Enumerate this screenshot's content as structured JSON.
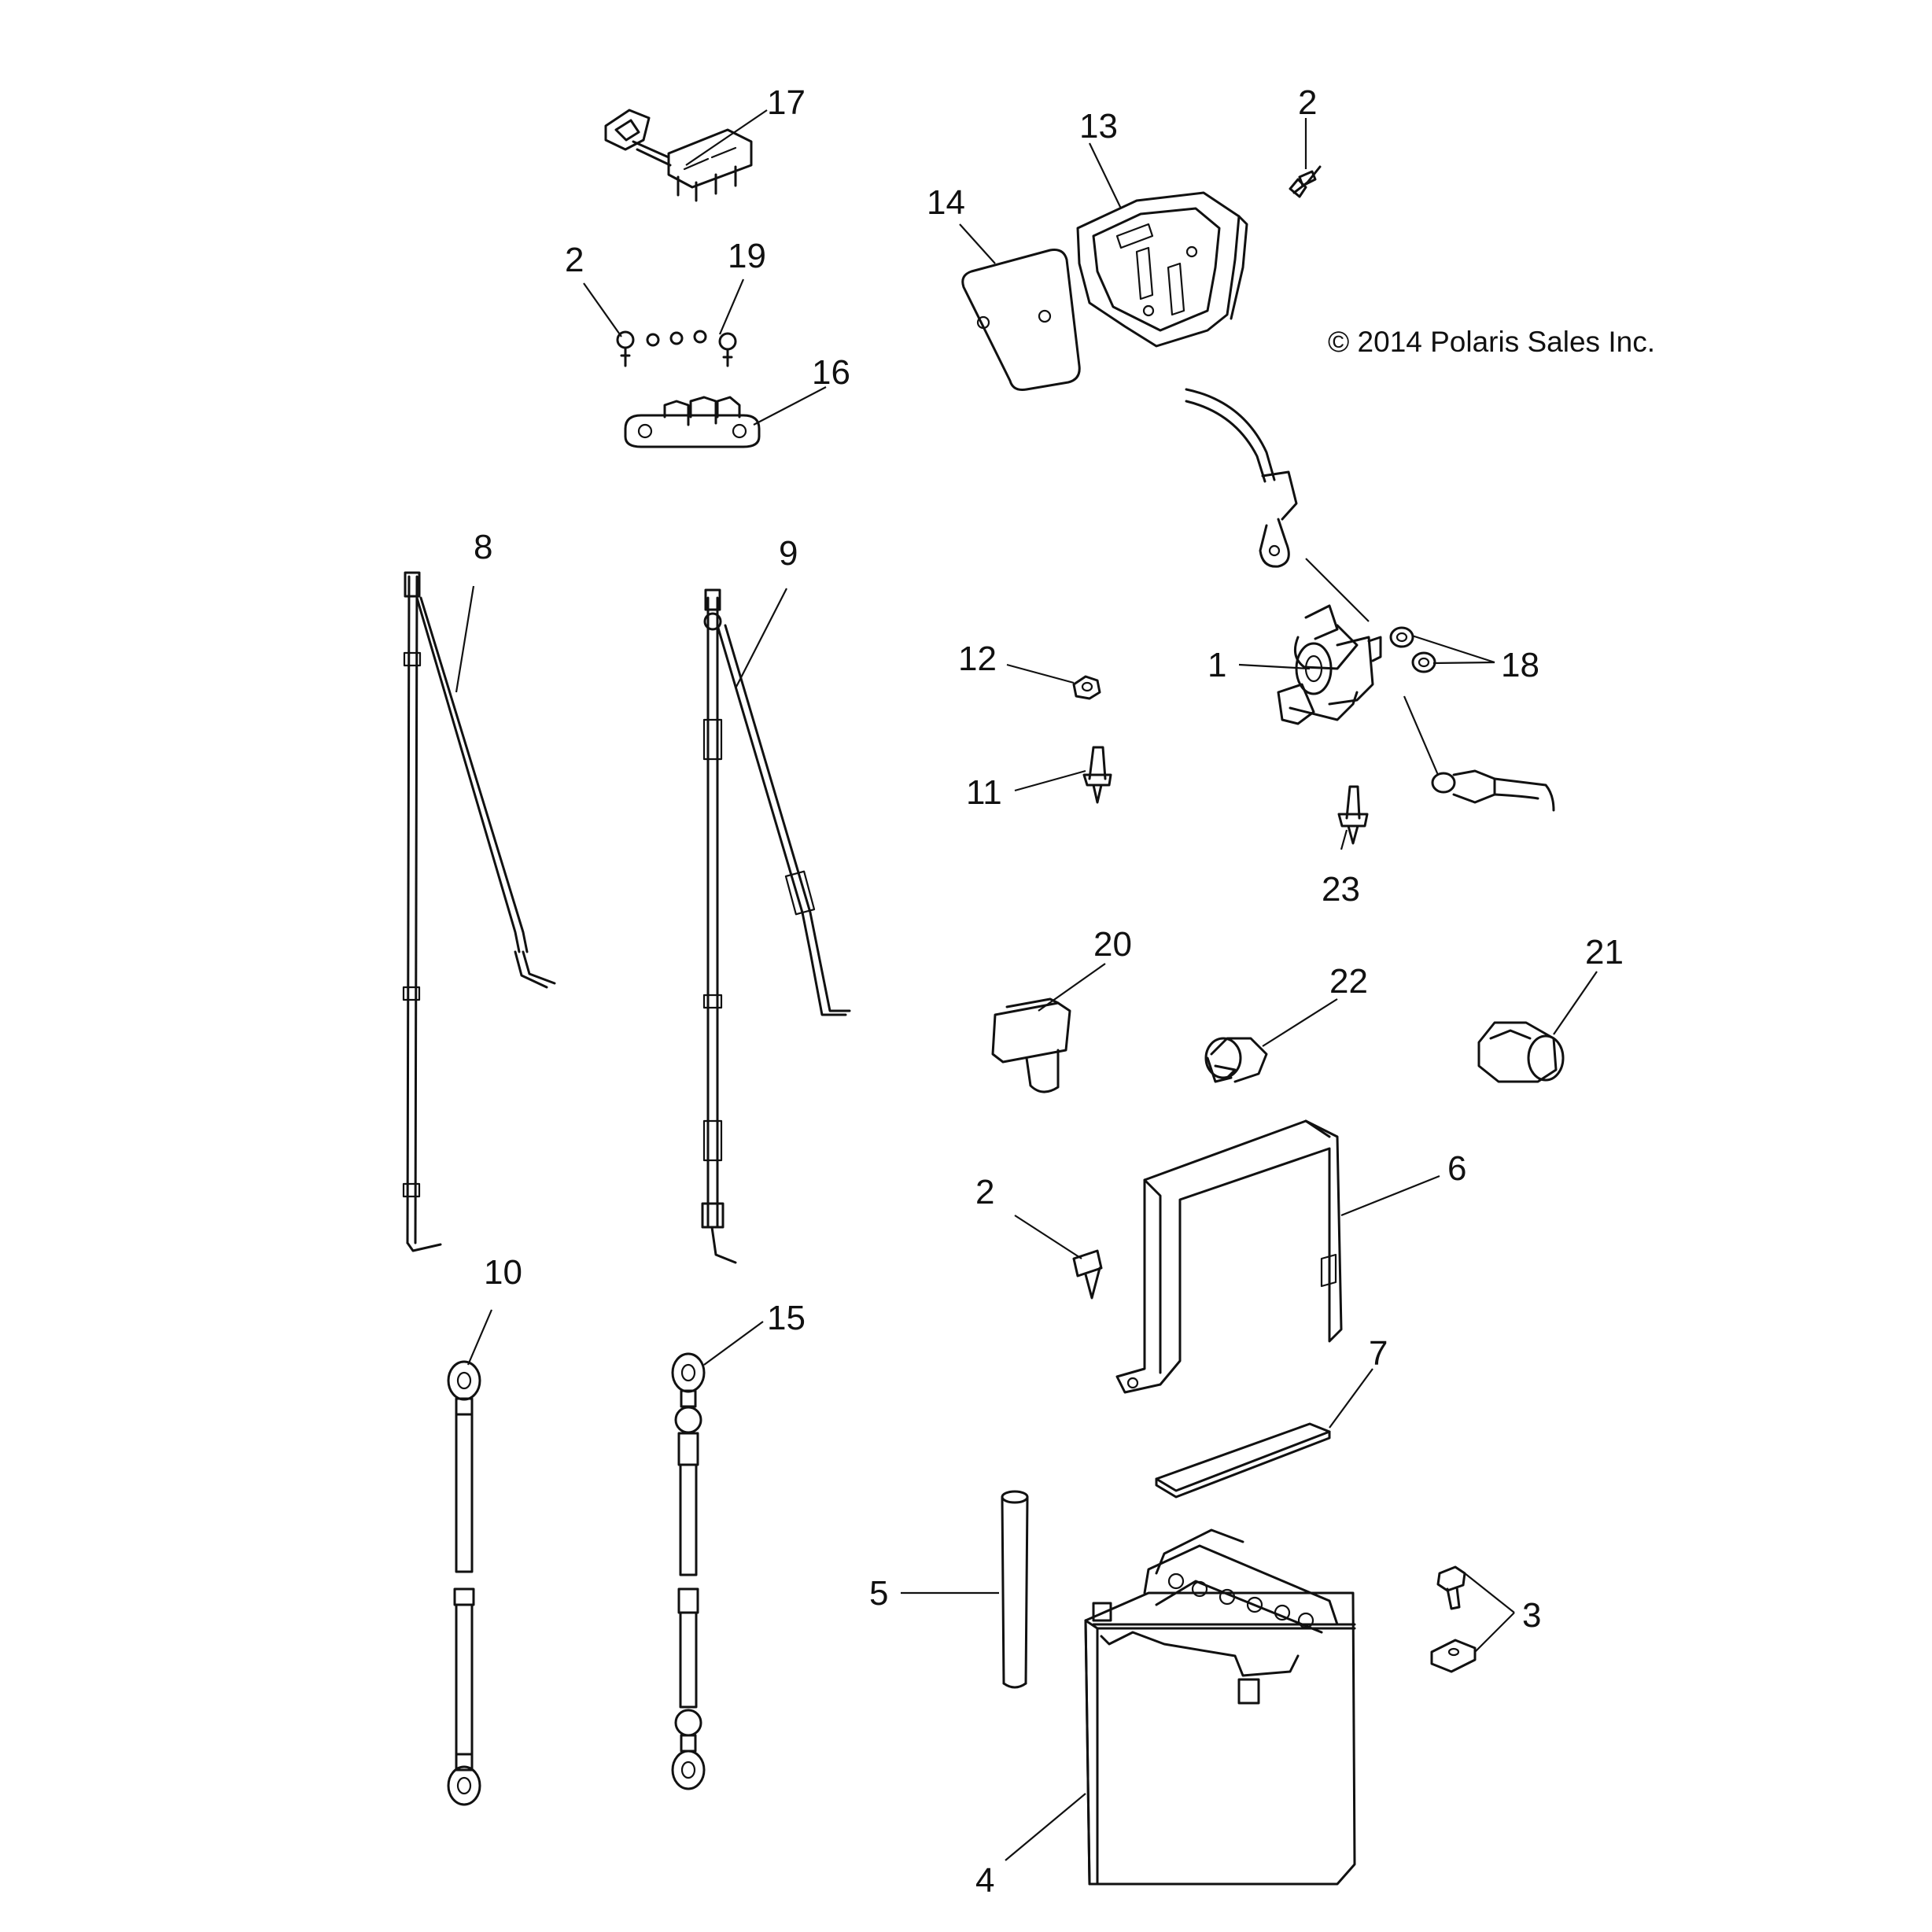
{
  "copyright": "© 2014 Polaris Sales Inc.",
  "callouts": [
    {
      "id": "c17",
      "label": "17"
    },
    {
      "id": "c2a",
      "label": "2"
    },
    {
      "id": "c13",
      "label": "13"
    },
    {
      "id": "c14",
      "label": "14"
    },
    {
      "id": "c2b",
      "label": "2"
    },
    {
      "id": "c19",
      "label": "19"
    },
    {
      "id": "c16",
      "label": "16"
    },
    {
      "id": "c8",
      "label": "8"
    },
    {
      "id": "c9",
      "label": "9"
    },
    {
      "id": "c12",
      "label": "12"
    },
    {
      "id": "c1",
      "label": "1"
    },
    {
      "id": "c18",
      "label": "18"
    },
    {
      "id": "c11",
      "label": "11"
    },
    {
      "id": "c23",
      "label": "23"
    },
    {
      "id": "c20",
      "label": "20"
    },
    {
      "id": "c22",
      "label": "22"
    },
    {
      "id": "c21",
      "label": "21"
    },
    {
      "id": "c6",
      "label": "6"
    },
    {
      "id": "c2c",
      "label": "2"
    },
    {
      "id": "c10",
      "label": "10"
    },
    {
      "id": "c15",
      "label": "15"
    },
    {
      "id": "c7",
      "label": "7"
    },
    {
      "id": "c5",
      "label": "5"
    },
    {
      "id": "c3",
      "label": "3"
    },
    {
      "id": "c4",
      "label": "4"
    }
  ]
}
